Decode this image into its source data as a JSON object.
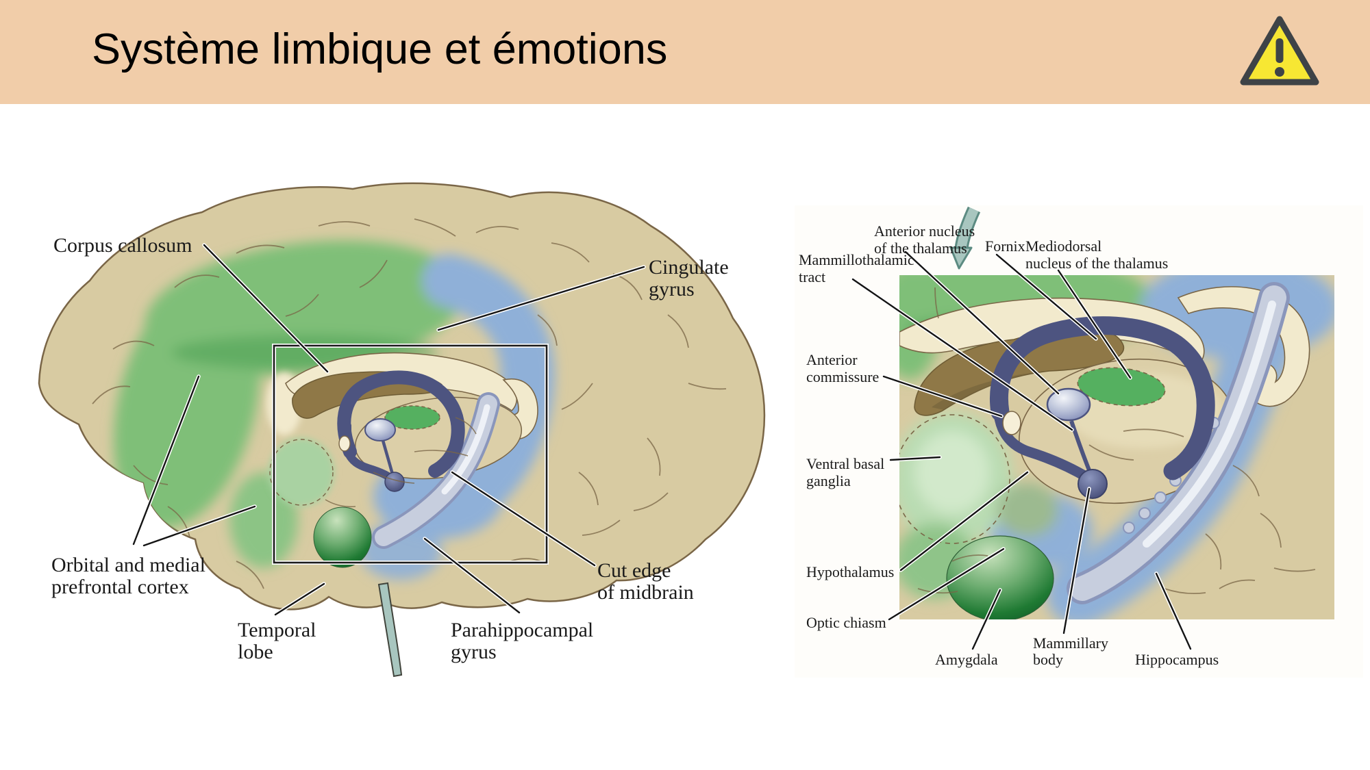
{
  "slide": {
    "background": "#ffffff",
    "header": {
      "title": "Système limbique et émotions",
      "background_color": "#f1cda9",
      "warning_icon": "warning-triangle-icon",
      "warning_fill": "#f7e733",
      "warning_border": "#3e4347"
    }
  },
  "left_figure": {
    "description": "Medial view of the brain with limbic regions highlighted and an inset box marking the enlarged area",
    "labels": {
      "corpus_callosum": "Corpus callosum",
      "cingulate_line1": "Cingulate",
      "cingulate_line2": "gyrus",
      "orbital_line1": "Orbital and medial",
      "orbital_line2": "prefrontal cortex",
      "temporal_line1": "Temporal",
      "temporal_line2": "lobe",
      "parahippocampal_line1": "Parahippocampal",
      "parahippocampal_line2": "gyrus",
      "cut_edge_line1": "Cut edge",
      "cut_edge_line2": "of midbrain"
    }
  },
  "right_figure": {
    "description": "Enlarged view of the boxed region showing deep limbic structures",
    "labels": {
      "mammillothalamic_line1": "Mammillothalamic",
      "mammillothalamic_line2": "tract",
      "anterior_nucleus_line1": "Anterior nucleus",
      "anterior_nucleus_line2": "of the thalamus",
      "fornix": "Fornix",
      "mediodorsal_line1": "Mediodorsal",
      "mediodorsal_line2": "nucleus of the thalamus",
      "anterior_commissure_line1": "Anterior",
      "anterior_commissure_line2": "commissure",
      "ventral_basal_line1": "Ventral basal",
      "ventral_basal_line2": "ganglia",
      "hypothalamus": "Hypothalamus",
      "optic_chiasm": "Optic chiasm",
      "amygdala": "Amygdala",
      "mammillary_line1": "Mammillary",
      "mammillary_line2": "body",
      "hippocampus": "Hippocampus"
    }
  },
  "palette": {
    "cortex_tan": "#d8cba2",
    "outline_brown": "#7a6647",
    "cortex_green": "#7fbf78",
    "deep_green": "#1f7a33",
    "cortex_blue": "#8fb0d8",
    "fornix_navy": "#4d5480",
    "hippocampus_band": "#c7cede",
    "corpus_callosum_cream": "#f2eacd",
    "septum_brown": "#8f7847",
    "arrow_teal": "#a8c6bf"
  }
}
